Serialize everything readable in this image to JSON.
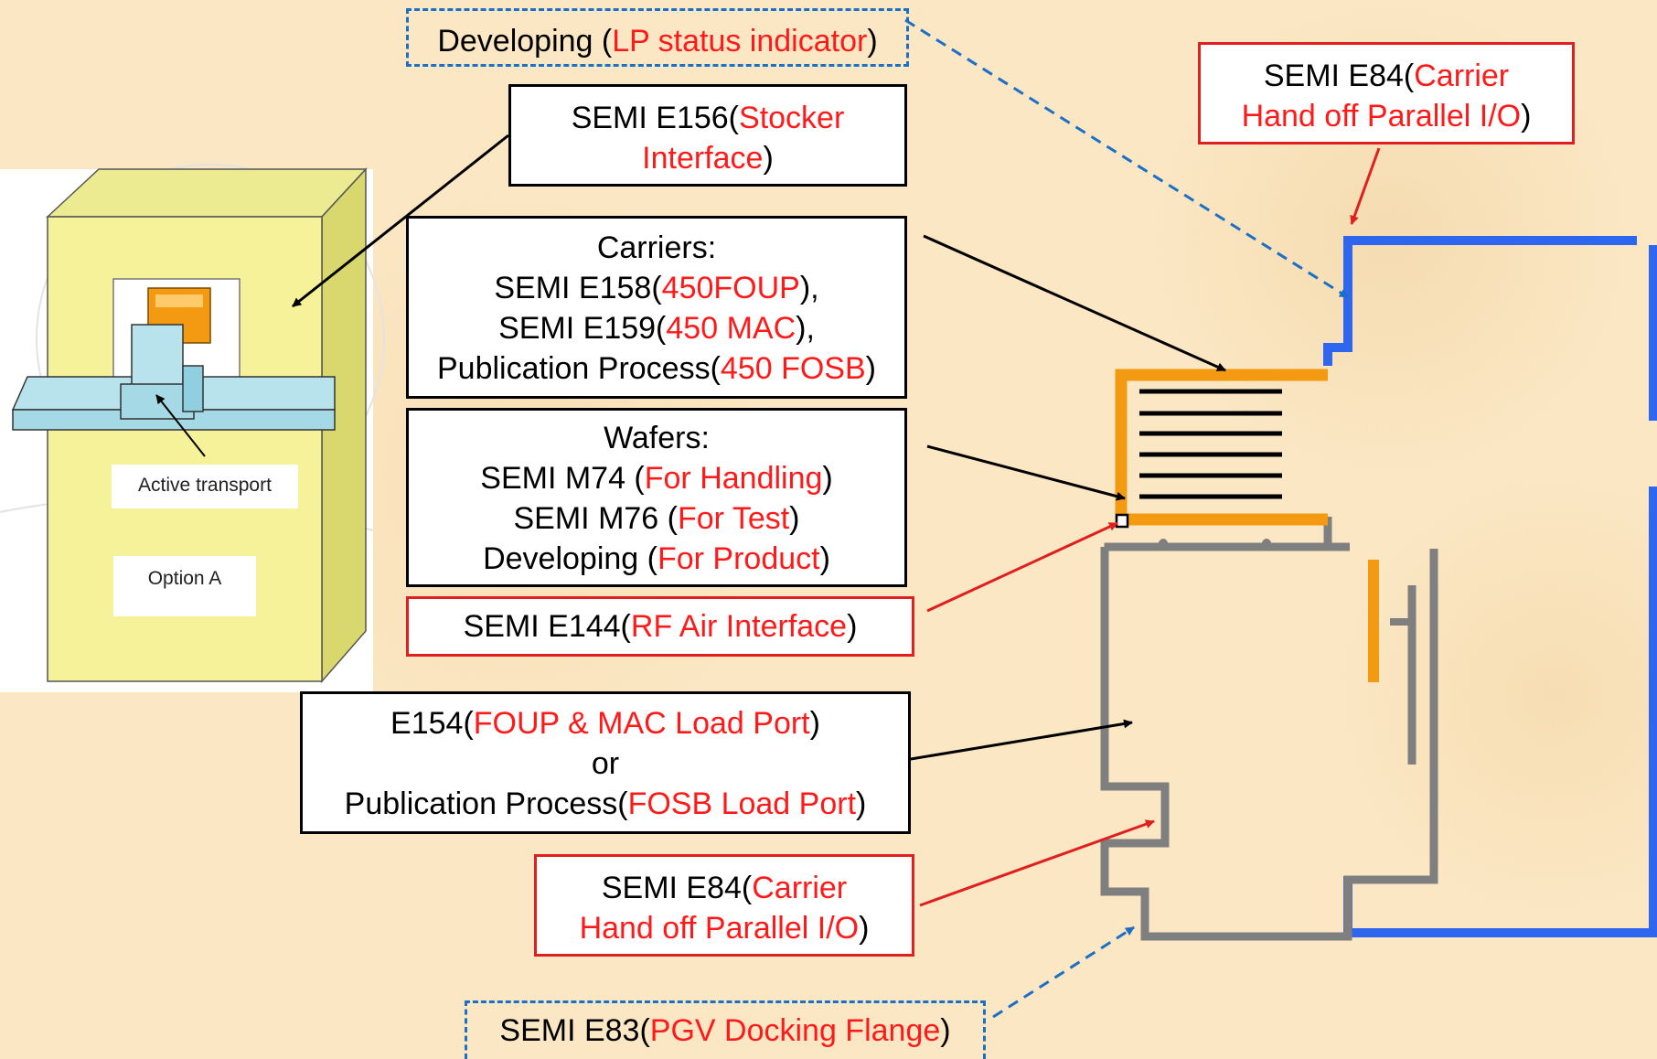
{
  "labels": {
    "lp_status": {
      "prefix": "Developing (",
      "highlight": "LP status indicator",
      "suffix": ")"
    },
    "e84_top": {
      "prefix": "SEMI E84(",
      "highlight1": "Carrier",
      "highlight2": "Hand off Parallel I/O",
      "suffix": ")"
    },
    "e156": {
      "prefix": "SEMI E156(",
      "highlight1": "Stocker",
      "highlight2": "Interface",
      "suffix": ")"
    },
    "carriers": {
      "heading": "Carriers:",
      "line1_prefix": "SEMI E158(",
      "line1_highlight": "450FOUP",
      "line1_suffix": "),",
      "line2_prefix": "SEMI E159(",
      "line2_highlight": "450 MAC",
      "line2_suffix": "),",
      "line3_prefix": "Publication Process(",
      "line3_highlight": "450 FOSB",
      "line3_suffix": ")"
    },
    "wafers": {
      "heading": "Wafers:",
      "line1_prefix": "SEMI M74 (",
      "line1_highlight": "For Handling",
      "line1_suffix": ")",
      "line2_prefix": "SEMI M76 (",
      "line2_highlight": "For Test",
      "line2_suffix": ")",
      "line3_prefix": "Developing (",
      "line3_highlight": "For Product",
      "line3_suffix": ")"
    },
    "e144": {
      "prefix": "SEMI E144(",
      "highlight": "RF Air Interface",
      "suffix": ")"
    },
    "e154": {
      "line1_prefix": "E154(",
      "line1_highlight": "FOUP & MAC Load Port",
      "line1_suffix": ")",
      "line2": "or",
      "line3_prefix": "Publication Process(",
      "line3_highlight": "FOSB Load Port",
      "line3_suffix": ")"
    },
    "e84_bottom": {
      "prefix": "SEMI E84(",
      "highlight1": "Carrier",
      "highlight2": "Hand off Parallel I/O",
      "suffix": ")"
    },
    "e83": {
      "prefix": "SEMI E83(",
      "highlight": "PGV Docking Flange",
      "suffix": ")"
    }
  },
  "inset": {
    "active_transport": "Active transport",
    "option": "Option A"
  },
  "colors": {
    "accent_red": "#ff1a1a",
    "blue_dashed": "#1c6fc4",
    "orange": "#f39a12",
    "blue_wall": "#2f66f0",
    "gray_wall": "#7f7f7f",
    "stocker_yellow": "#f5f29a"
  }
}
